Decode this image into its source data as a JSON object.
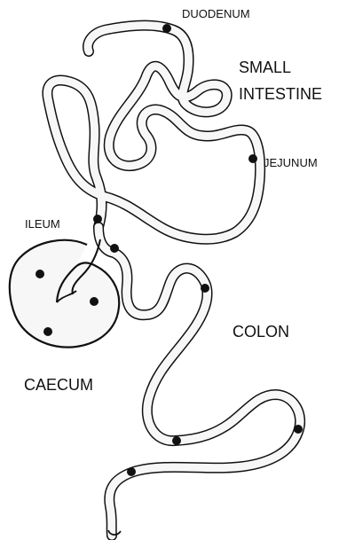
{
  "labels": {
    "duodenum": "DUODENUM",
    "small_intestine_line1": "SMALL",
    "small_intestine_line2": "INTESTINE",
    "jejunum": "JEJUNUM",
    "ileum": "ILEUM",
    "colon": "COLON",
    "caecum": "CAECUM"
  },
  "colors": {
    "stroke": "#111111",
    "tube_fill": "#f7f7f7",
    "marker": "#111111",
    "background": "#ffffff"
  }
}
